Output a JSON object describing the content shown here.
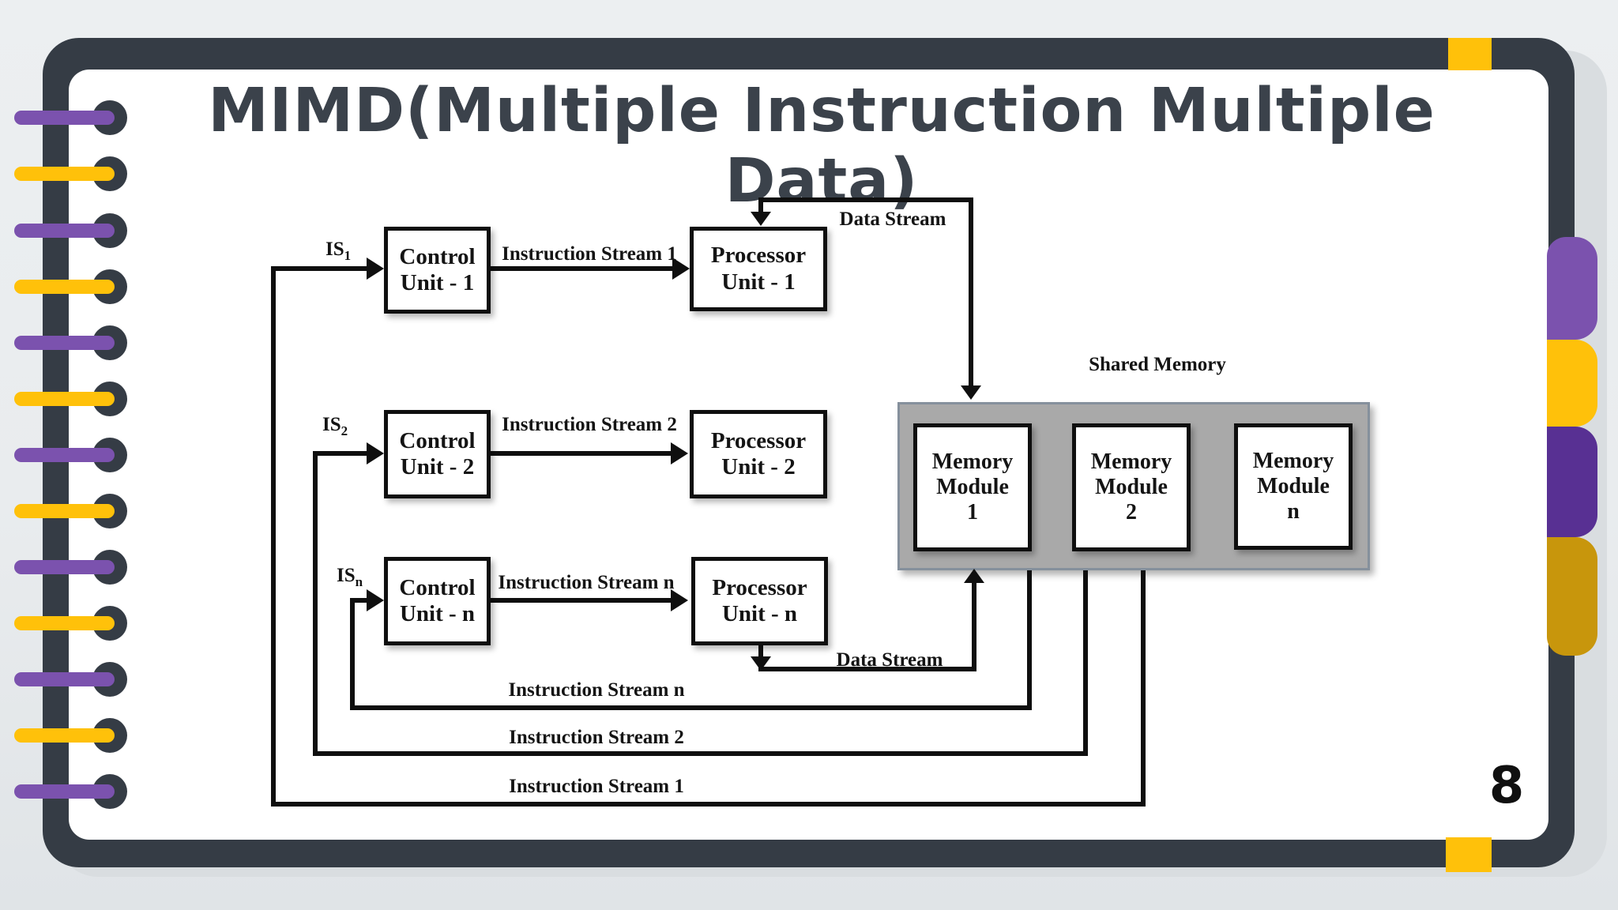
{
  "title": "MIMD(Multiple Instruction Multiple Data)",
  "page_number": "8",
  "colors": {
    "frame": "#353c45",
    "background": "#e9ecee",
    "slide": "#ffffff",
    "purple": "#7b52ae",
    "yellow": "#ffc10a",
    "dark_purple": "#583093",
    "dark_gold": "#c8960c",
    "ink": "#0f0f0f",
    "shared_memory_fill": "#a9a9a9",
    "title_color": "#3b424b"
  },
  "diagram": {
    "control_units": [
      {
        "line1": "Control",
        "line2": "Unit - 1"
      },
      {
        "line1": "Control",
        "line2": "Unit - 2"
      },
      {
        "line1": "Control",
        "line2": "Unit - n"
      }
    ],
    "processor_units": [
      {
        "line1": "Processor",
        "line2": "Unit - 1"
      },
      {
        "line1": "Processor",
        "line2": "Unit - 2"
      },
      {
        "line1": "Processor",
        "line2": "Unit - n"
      }
    ],
    "memory_modules": [
      {
        "line1": "Memory",
        "line2": "Module",
        "line3": "1"
      },
      {
        "line1": "Memory",
        "line2": "Module",
        "line3": "2"
      },
      {
        "line1": "Memory",
        "line2": "Module",
        "line3": "n"
      }
    ],
    "shared_memory_label": "Shared Memory",
    "row_stream_labels": [
      "Instruction Stream 1",
      "Instruction Stream 2",
      "Instruction Stream n"
    ],
    "feedback_stream_labels": [
      "Instruction Stream n",
      "Instruction Stream 2",
      "Instruction Stream 1"
    ],
    "data_stream_top": "Data Stream",
    "data_stream_bottom": "Data Stream",
    "is_labels": [
      {
        "base": "IS",
        "sub": "1"
      },
      {
        "base": "IS",
        "sub": "2"
      },
      {
        "base": "IS",
        "sub": "n"
      }
    ]
  }
}
